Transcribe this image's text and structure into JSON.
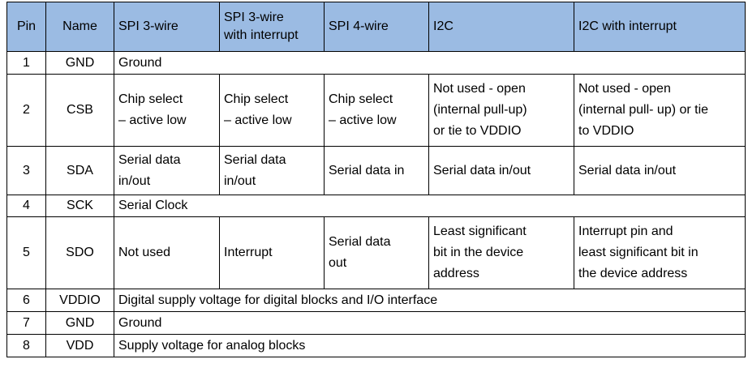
{
  "headers": [
    "Pin",
    "Name",
    "SPI 3-wire",
    "SPI 3-wire\nwith interrupt",
    "SPI 4-wire",
    "I2C",
    "I2C with interrupt"
  ],
  "rows": [
    {
      "pin": "1",
      "name": "GND",
      "span": "Ground"
    },
    {
      "pin": "2",
      "name": "CSB",
      "cells": [
        "Chip select\n– active low",
        "Chip select\n– active low",
        "Chip select\n– active low",
        "Not used - open\n(internal pull-up)\nor tie to VDDIO",
        "Not used - open\n(internal pull- up) or tie\nto VDDIO"
      ]
    },
    {
      "pin": "3",
      "name": "SDA",
      "cells": [
        "Serial data\nin/out",
        "Serial data\nin/out",
        "Serial data in",
        "Serial data in/out",
        "Serial data in/out"
      ]
    },
    {
      "pin": "4",
      "name": "SCK",
      "span": "Serial Clock"
    },
    {
      "pin": "5",
      "name": "SDO",
      "cells": [
        "Not used",
        "Interrupt",
        "Serial data\nout",
        "Least significant\nbit in the device\naddress",
        "Interrupt pin and\nleast significant bit in\nthe device address"
      ]
    },
    {
      "pin": "6",
      "name": "VDDIO",
      "span": "Digital supply voltage for digital blocks and I/O interface"
    },
    {
      "pin": "7",
      "name": "GND",
      "span": "Ground"
    },
    {
      "pin": "8",
      "name": "VDD",
      "span": "Supply voltage for analog blocks"
    }
  ]
}
